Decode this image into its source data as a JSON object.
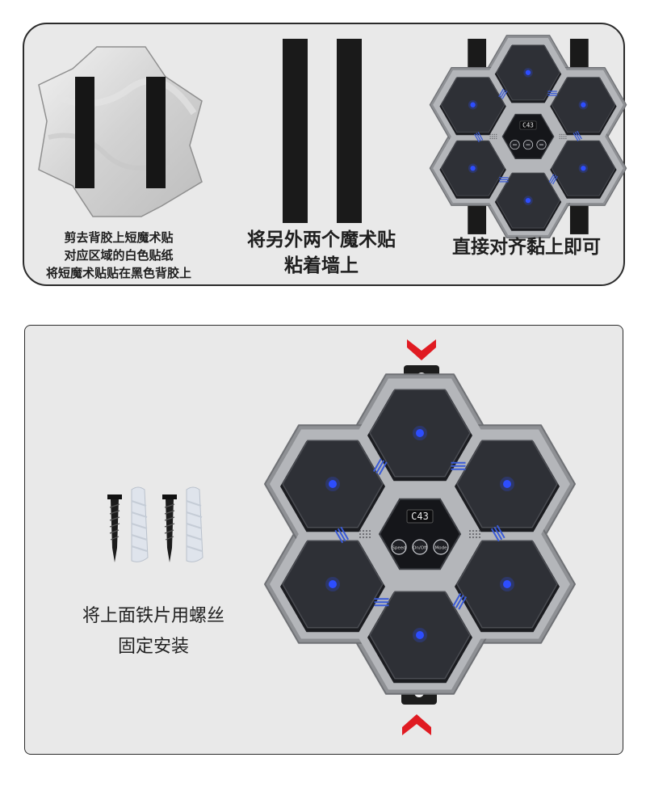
{
  "steps": {
    "step1": "剪去背胶上短魔术贴\n对应区域的白色贴纸\n将短魔术贴贴在黑色背胶上",
    "step2": "将另外两个魔术贴\n粘着墙上",
    "step3": "直接对齐黏上即可",
    "step4": "将上面铁片用螺丝\n固定安装"
  },
  "device": {
    "display_small": "C43",
    "display_large": "C43",
    "buttons": [
      "Speed",
      "On/Off",
      "Mode"
    ]
  },
  "colors": {
    "accent_arrow": "#e01b22",
    "led_blue": "#2d4dff",
    "pad_black": "#2e3036",
    "frame_gray": "#9a9ca0"
  },
  "icons": [
    "velcro-backing-icon",
    "velcro-strips-icon",
    "screw-icon",
    "wall-anchor-icon",
    "mount-bracket-icon",
    "arrow-down-icon",
    "arrow-up-icon"
  ]
}
